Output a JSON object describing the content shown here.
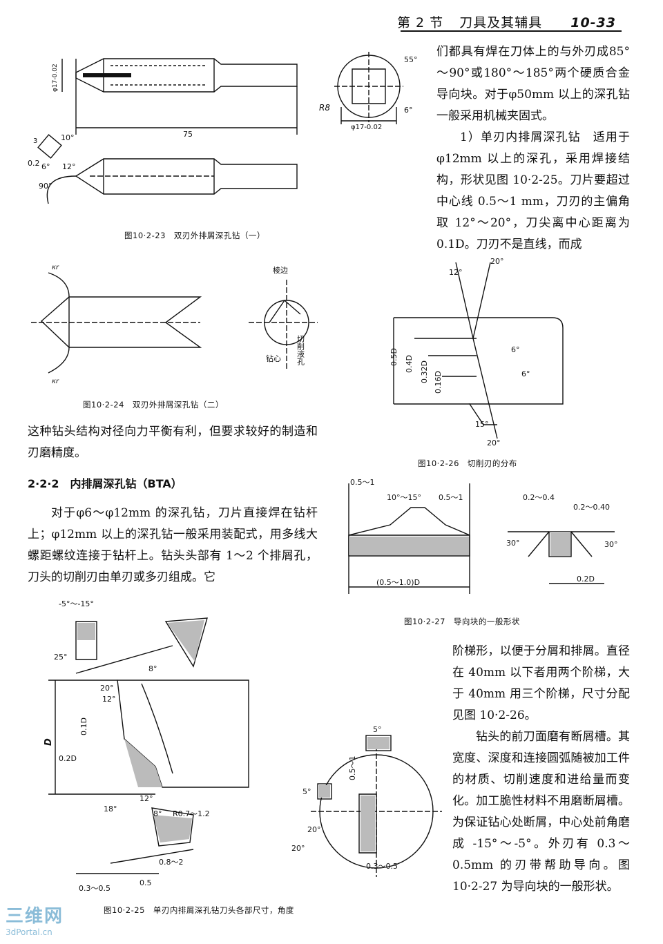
{
  "header": {
    "section": "第 2 节",
    "title": "刀具及其辅具",
    "page": "10-33"
  },
  "right_col_top": [
    "们都具有焊在刀体上的与外刃成85°～90°或180°～185°两个硬质合金导向块。对于φ50mm 以上的深孔钻一般采用机械夹固式。",
    "1）单刃内排屑深孔钻　适用于φ12mm 以上的深孔，采用焊接结构，形状见图 10·2-25。刀片要超过中心线 0.5～1 mm，刀刃的主偏角取 12°～20°，刀尖离中心距离为 0.1D。刀刃不是直线，而成"
  ],
  "left_mid": "这种钻头结构对径向力平衡有利，但要求较好的制造和刃磨精度。",
  "section_title": "2·2·2　内排屑深孔钻（BTA）",
  "left_body": "对于φ6～φ12mm 的深孔钻，刀片直接焊在钻杆上；φ12mm 以上的深孔钻一般采用装配式，用多线大螺距螺纹连接于钻杆上。钻头头部有 1～2 个排屑孔，刀头的切削刃由单刃或多刃组成。它",
  "right_col_bottom": [
    "阶梯形，以便于分屑和排屑。直径在 40mm 以下者用两个阶梯，大于 40mm 用三个阶梯，尺寸分配见图 10·2-26。",
    "钻头的前刀面磨有断屑槽。其宽度、深度和连接圆弧随被加工件的材质、切削速度和进给量而变化。加工脆性材料不用磨断屑槽。为保证钻心处断屑，中心处前角磨成 -15°～-5°。外刃有 0.3～0.5mm 的刃带帮助导向。图 10·2-27 为导向块的一般形状。"
  ],
  "captions": {
    "fig23": "图10·2-23　双刃外排屑深孔钻（一）",
    "fig24": "图10·2-24　双刃外排屑深孔钻（二）",
    "fig25": "图10·2-25　单刃内排屑深孔钻刀头各部尺寸，角度",
    "fig26": "图10·2-26　切削刃的分布",
    "fig27": "图10·2-27　导向块的一般形状"
  },
  "fig23_labels": {
    "dia_left": "φ17-0.02",
    "len": "75",
    "a10": "10°",
    "a12": "12°",
    "a6": "6°",
    "c02": "0.2",
    "a90": "90°",
    "c3": "3",
    "r8": "R8",
    "a55": "55°",
    "a6b": "6°",
    "dia_right": "φ17-0.02"
  },
  "fig24_labels": {
    "kr1": "κr",
    "kr2": "κr",
    "lengbian": "棱边",
    "zuanxin": "钻心",
    "qiexueyekong": "切削液孔"
  },
  "fig26_labels": {
    "a20top": "20°",
    "a12": "12°",
    "d05": "0.5D",
    "d04": "0.4D",
    "d032": "0.32D",
    "d016": "0.16D",
    "a6a": "6°",
    "a6b": "6°",
    "a15": "15°",
    "a20b": "20°"
  },
  "fig27_labels": {
    "t1": "0.5～1",
    "t2": "10°～15°",
    "t3": "0.5～1",
    "t4": "(0.5～1.0)D",
    "t5": "0.2～0.4",
    "t6": "0.2～0.40",
    "a30l": "30°",
    "a30r": "30°",
    "t7": "0.2D"
  },
  "fig25_labels": {
    "a515": "-5°～-15°",
    "a25": "25°",
    "a8": "8°",
    "a20": "20°",
    "a12": "12°",
    "d01": "0.1D",
    "dD": "D",
    "d02": "0.2D",
    "a18": "18°",
    "a12b": "12°",
    "a8b": "8°",
    "r": "R0.7～1.2",
    "w082": "0.8～2",
    "w0305": "0.3～0.5",
    "w05": "0.5",
    "c5top": "5°",
    "c051": "0.5～1",
    "c5left": "5°",
    "c20a": "20°",
    "c20b": "20°",
    "c0305": "0.3～0.5"
  },
  "watermark": {
    "main": "三维网",
    "sub": "3dPortal.cn"
  }
}
